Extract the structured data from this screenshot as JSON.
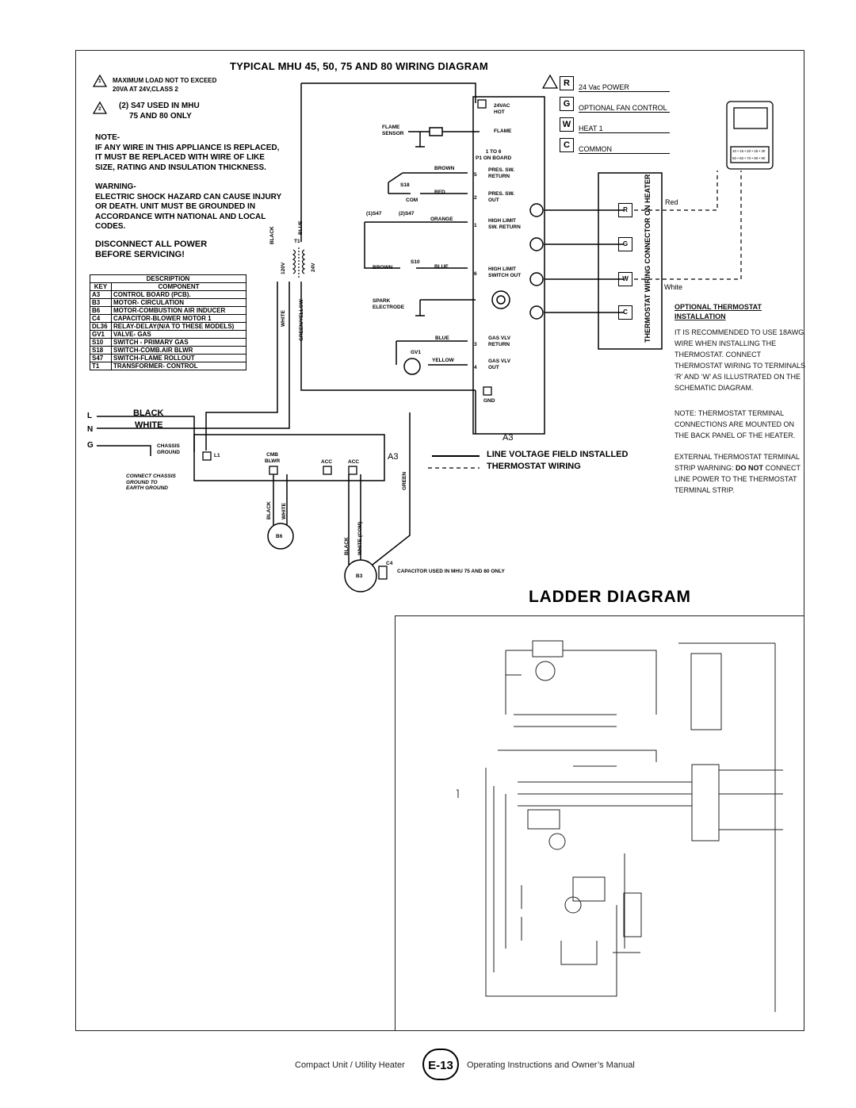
{
  "diagram": {
    "title": "TYPICAL MHU 45, 50, 75 AND 80 WIRING DIAGRAM",
    "warn1_mark": "1",
    "warn1_line1": "MAXIMUM LOAD NOT TO EXCEED",
    "warn1_line2": "20VA AT 24V,CLASS 2",
    "warn2_mark": "2",
    "warn2_line1": "(2) S47 USED IN MHU",
    "warn2_line2": "75 AND 80 ONLY",
    "note_head": "NOTE-",
    "note_lines": [
      "IF ANY WIRE IN THIS APPLIANCE IS REPLACED,",
      "IT MUST BE REPLACED WITH WIRE OF LIKE",
      "SIZE, RATING AND INSULATION THICKNESS."
    ],
    "warning_head": "WARNING-",
    "warning_lines": [
      "ELECTRIC SHOCK HAZARD CAN CAUSE INJURY",
      "OR DEATH.  UNIT MUST BE GROUNDED IN",
      "ACCORDANCE WITH NATIONAL AND LOCAL",
      "CODES."
    ],
    "disconnect_lines": [
      "DISCONNECT ALL POWER",
      "BEFORE SERVICING!"
    ],
    "legend": {
      "header": "DESCRIPTION",
      "col_key": "KEY",
      "col_component": "COMPONENT",
      "rows": [
        {
          "key": "A3",
          "component": "CONTROL  BOARD   (PCB)."
        },
        {
          "key": "B3",
          "component": "MOTOR- CIRCULATION"
        },
        {
          "key": "B6",
          "component": "MOTOR-COMBUSTION AIR INDUCER"
        },
        {
          "key": "C4",
          "component": "CAPACITOR-BLOWER MOTOR 1"
        },
        {
          "key": "DL36",
          "component": "RELAY-DELAY(N/A TO THESE MODELS)"
        },
        {
          "key": "GV1",
          "component": "VALVE- GAS"
        },
        {
          "key": "S10",
          "component": "SWITCH - PRIMARY GAS"
        },
        {
          "key": "S18",
          "component": "SWITCH-COMB.AIR BLWR"
        },
        {
          "key": "S47",
          "component": "SWITCH-FLAME ROLLOUT"
        },
        {
          "key": "T1",
          "component": "TRANSFORMER- CONTROL"
        }
      ]
    },
    "terminals": [
      {
        "letter": "R",
        "label": "24 Vac POWER"
      },
      {
        "letter": "G",
        "label": "OPTIONAL FAN  CONTROL"
      },
      {
        "letter": "W",
        "label": "HEAT 1"
      },
      {
        "letter": "C",
        "label": "COMMON"
      }
    ],
    "board_labels": {
      "hot": "24VAC\nHOT",
      "flame": "FLAME",
      "flame_sensor": "FLAME\nSENSOR",
      "p1": "1 TO 6\nP1 ON BOARD",
      "pres_return": "PRES. SW.\nRETURN",
      "pres_out": "PRES. SW.\nOUT",
      "high_return": "HIGH LIMIT\nSW. RETURN",
      "high_out": "HIGH LIMIT\nSWITCH OUT",
      "spark": "SPARK\nELECTRODE",
      "gas_return": "GAS VLV\nRETURN",
      "gas_out": "GAS VLV\nOUT",
      "gnd": "GND",
      "a3": "A3",
      "s18": "S18",
      "com": "COM",
      "s47a": "(1)S47",
      "s47b": "(2)S47",
      "s10": "S10",
      "gv1": "GV1",
      "t1": "T1",
      "v120": "120V",
      "v24": "24V"
    },
    "wire_labels": {
      "brown1": "BROWN",
      "red": "RED",
      "orange": "ORANGE",
      "brown2": "BROWN",
      "blue1": "BLUE",
      "blue2": "BLUE",
      "yellow": "YELLOW",
      "black_v": "BLACK",
      "blue_v": "BLUE",
      "white_v": "WHITE",
      "green_yellow_v": "GREEN/YELLOW",
      "green_v": "GREEN",
      "black_b6": "BLACK",
      "white_b6": "WHITE",
      "black_b3": "BLACK",
      "white_com_b3": "WHITE (COM)",
      "red_tstat": "Red",
      "white_tstat": "White"
    },
    "pins": [
      "5",
      "2",
      "1",
      "6",
      "3",
      "4"
    ],
    "line_labels": {
      "L": "L",
      "N": "N",
      "G": "G",
      "black": "BLACK",
      "white": "WHITE",
      "chassis": "CHASSIS\nGROUND",
      "connect": "CONNECT CHASSIS\nGROUND TO\nEARTH GROUND"
    },
    "lower_board": {
      "l1": "L1",
      "cmb": "CMB\nBLWR",
      "acc1": "ACC",
      "acc2": "ACC",
      "a3": "A3"
    },
    "motors": {
      "b6": "B6",
      "b3": "B3",
      "c4": "C4",
      "cap_note": "CAPACITOR USED IN MHU 75 AND 80 ONLY"
    },
    "wiring_legend": {
      "line_voltage": "LINE VOLTAGE FIELD INSTALLED",
      "thermostat_wiring": "THERMOSTAT WIRING"
    },
    "tstat_strip_label": "THERMOSTAT WIRING CONNECTOR ON HEATER",
    "tstat_terminals": [
      "R",
      "G",
      "W",
      "C"
    ],
    "tstat_display": "10 • 15 • 20 • 25 • 30\n50 • 60 • 70 • 80 • 90"
  },
  "optional_thermostat": {
    "heading": "OPTIONAL THERMOSTAT INSTALLATION",
    "p1": "IT IS RECOMMENDED TO USE 18AWG WIRE WHEN INSTALLING THE THERMOSTAT. CONNECT THERMOSTAT WIRING TO TERMINALS ‘R’ AND ‘W’ AS ILLUSTRATED ON THE SCHEMATIC DIAGRAM.",
    "p2": "NOTE: THERMOSTAT TERMINAL CONNECTIONS ARE MOUNTED ON THE BACK PANEL OF THE HEATER.",
    "p3_a": "EXTERNAL THERMOSTAT TERMINAL STRIP WARNING: ",
    "p3_b": "DO NOT",
    "p3_c": " CONNECT LINE POWER TO THE THERMOSTAT TERMINAL STRIP."
  },
  "ladder": {
    "title": "LADDER DIAGRAM"
  },
  "footer": {
    "left": "Compact Unit / Utility Heater",
    "page": "E-13",
    "right": "Operating Instructions and Owner’s Manual"
  }
}
